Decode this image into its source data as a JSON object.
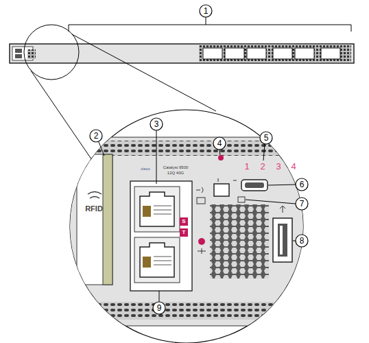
{
  "diagram": {
    "labels": [
      "1",
      "2",
      "3",
      "4",
      "5",
      "6",
      "7",
      "8",
      "9",
      "RFID",
      "cisco",
      "Catalyst 9500",
      "12Q 40G",
      "1",
      "2",
      "3",
      "4",
      "S",
      "T"
    ]
  }
}
